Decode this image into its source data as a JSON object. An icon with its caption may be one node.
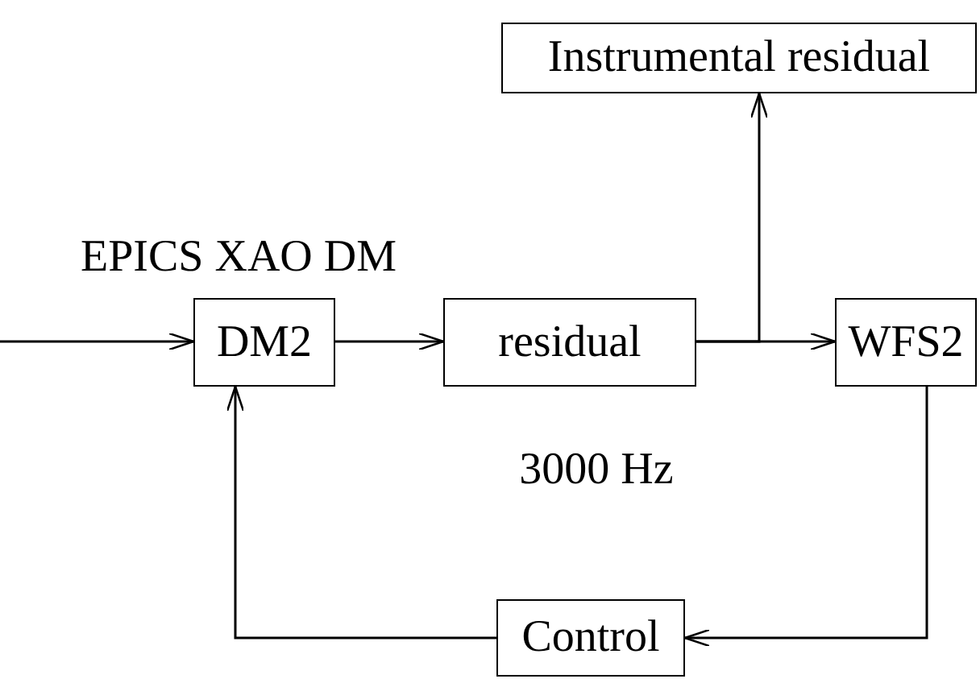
{
  "diagram": {
    "nodes": [
      {
        "text": [
          "Instrumental residual"
        ]
      },
      {
        "text": [
          "DM2"
        ]
      },
      {
        "text": [
          "residual"
        ]
      },
      {
        "text": [
          "WFS2"
        ]
      },
      {
        "text": [
          "Control"
        ]
      }
    ],
    "edges": [
      {
        "from": null,
        "to": 1,
        "arrow": "to"
      },
      {
        "from": 1,
        "to": 2,
        "arrow": "to"
      },
      {
        "from": 2,
        "to": 3,
        "arrow": "to"
      },
      {
        "from": 2,
        "to": 0,
        "arrow": "to"
      },
      {
        "from": 3,
        "to": 4,
        "arrow": "to"
      },
      {
        "from": 4,
        "to": 1,
        "arrow": "to"
      }
    ],
    "labels": [
      "EPICS XAO DM",
      "3000 Hz"
    ]
  }
}
